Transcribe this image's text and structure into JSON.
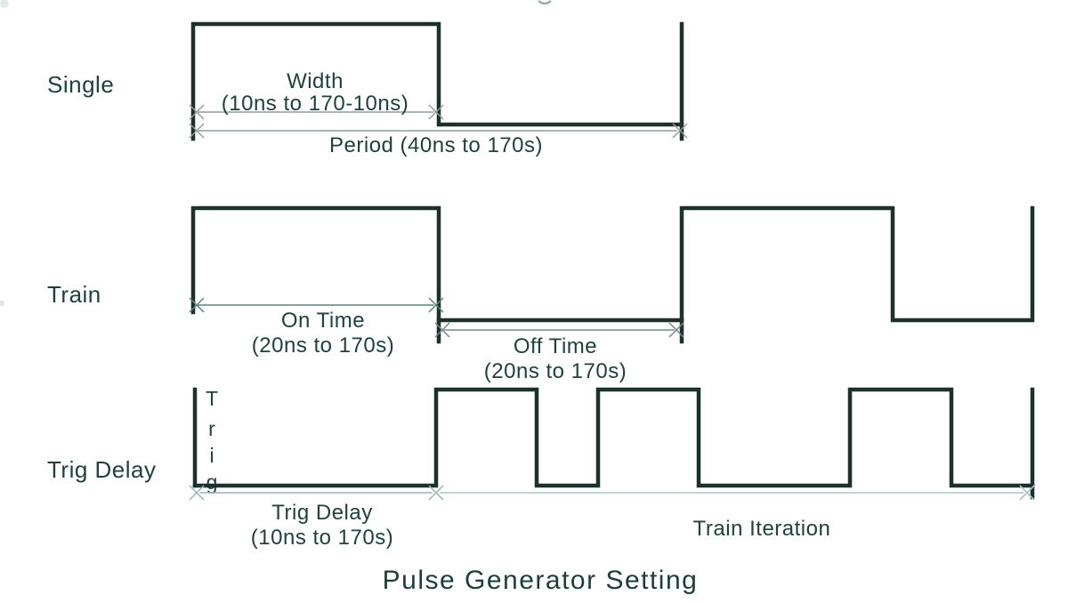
{
  "title": "Pulse Generator Setting",
  "single": {
    "label": "Single",
    "width_line1": "Width",
    "width_line2": "(10ns to 170-10ns)",
    "period_label": "Period (40ns to 170s)"
  },
  "train": {
    "label": "Train",
    "on_line1": "On Time",
    "on_line2": "(20ns to 170s)",
    "off_line1": "Off Time",
    "off_line2": "(20ns to 170s)"
  },
  "trig": {
    "label": "Trig Delay",
    "vertical": [
      "T",
      "r",
      "i",
      "g"
    ],
    "delay_line1": "Trig Delay",
    "delay_line2": "(10ns to 170s)",
    "iteration_label": "Train Iteration"
  },
  "colors": {
    "waveform_line": "#1c302c",
    "text": "#20413c",
    "dim_arrow_gray": "#8e9e9b",
    "dim_arrow_teal": "#57867f",
    "dim_arrow_light": "#abc6c1",
    "background": "#ffffff"
  },
  "waveform_info": {
    "rows": [
      {
        "name": "Single",
        "measurements": [
          {
            "name": "Width",
            "range": "10ns to 170-10ns"
          },
          {
            "name": "Period",
            "range": "40ns to 170s"
          }
        ]
      },
      {
        "name": "Train",
        "measurements": [
          {
            "name": "On Time",
            "range": "20ns to 170s"
          },
          {
            "name": "Off Time",
            "range": "20ns to 170s"
          }
        ]
      },
      {
        "name": "Trig Delay",
        "measurements": [
          {
            "name": "Trig Delay",
            "range": "10ns to 170s"
          },
          {
            "name": "Train Iteration",
            "range": ""
          }
        ]
      }
    ]
  }
}
